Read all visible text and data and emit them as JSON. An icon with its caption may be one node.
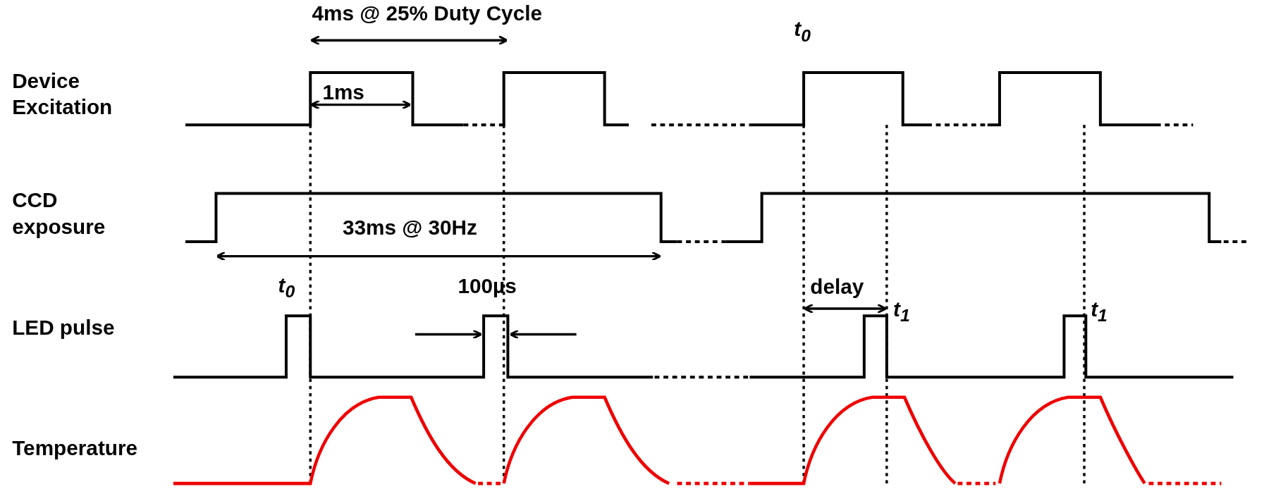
{
  "diagram": {
    "labels": [
      "4ms @ 25% Duty Cycle",
      "t$_{0}$",
      "Device Excitation",
      "1ms",
      "CCD exposure",
      "33ms @ 30Hz",
      "t$_{0}$",
      "100µs",
      "delay",
      "t$_{1}$",
      "t$_{1}$",
      "LED pulse",
      "Temperature"
    ]
  }
}
